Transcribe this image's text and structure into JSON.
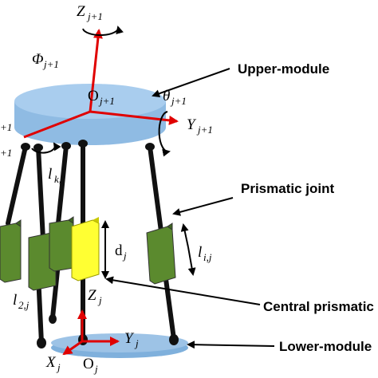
{
  "labels": {
    "upper_module": "Upper-module",
    "prismatic_joint": "Prismatic joint",
    "central_prismatic": "Central prismatic",
    "lower_module": "Lower-module"
  },
  "symbols": {
    "z_top_main": "Z",
    "z_top_sub": "j+1",
    "phi_main": "Φ",
    "phi_sub": "j+1",
    "o_top_main": "O",
    "o_top_sub": "j+1",
    "theta_main": "θ",
    "theta_sub": "j+1",
    "y_top_main": "Y",
    "y_top_sub": "j+1",
    "left_a_sub": "+1",
    "left_b_sub": "+1",
    "lk_main": "l",
    "lk_sub": "k,",
    "d_main": "d",
    "d_sub": "j",
    "lij_main": "l",
    "lij_sub": "i,j",
    "l2j_main": "l",
    "l2j_sub": "2,j",
    "z_bot_main": "Z",
    "z_bot_sub": "j",
    "y_bot_main": "Y",
    "y_bot_sub": "j",
    "x_bot_main": "X",
    "x_bot_sub": "j",
    "o_bot_main": "O",
    "o_bot_sub": "j"
  },
  "colors": {
    "platform_fill": "#9dc3e6",
    "platform_edge": "#7fb0dc",
    "leg": "#111111",
    "axis": "#e00000",
    "actuator": "#5b8a2e",
    "actuator_dark": "#3f6620",
    "central_actuator": "#ffff33",
    "central_actuator_dark": "#c9c900"
  }
}
